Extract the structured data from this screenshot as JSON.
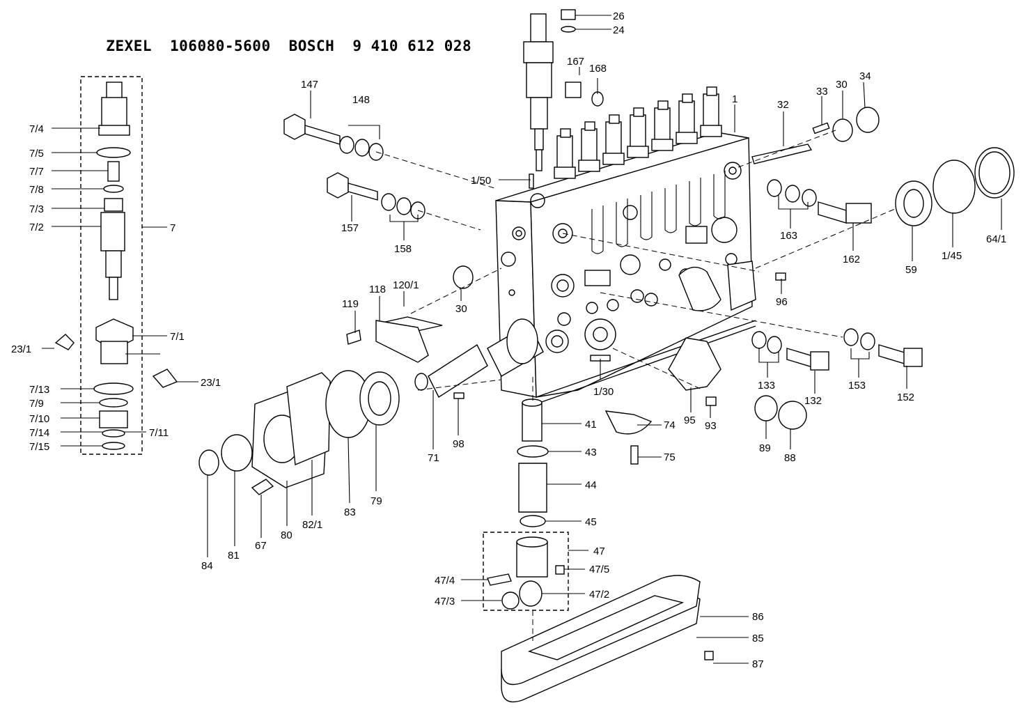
{
  "header": {
    "brand1": "ZEXEL",
    "part1": "106080-5600",
    "brand2": "BOSCH",
    "part2": "9 410 612 028"
  },
  "labels": {
    "l26": "26",
    "l24": "24",
    "l167": "167",
    "l168": "168",
    "l147": "147",
    "l148": "148",
    "l1": "1",
    "l32": "32",
    "l33": "33",
    "l30a": "30",
    "l34": "34",
    "l1_50": "1/50",
    "l157": "157",
    "l158": "158",
    "l163": "163",
    "l162": "162",
    "l59": "59",
    "l1_45": "1/45",
    "l64_1": "64/1",
    "l96": "96",
    "l118": "118",
    "l120_1": "120/1",
    "l119": "119",
    "l30b": "30",
    "l133": "133",
    "l132": "132",
    "l153": "153",
    "l152": "152",
    "l1_30": "1/30",
    "l95": "95",
    "l93": "93",
    "l89": "89",
    "l88": "88",
    "l41": "41",
    "l74": "74",
    "l75": "75",
    "l43": "43",
    "l44": "44",
    "l45": "45",
    "l47": "47",
    "l47_5": "47/5",
    "l47_4": "47/4",
    "l47_2": "47/2",
    "l47_3": "47/3",
    "l98": "98",
    "l71": "71",
    "l79": "79",
    "l83": "83",
    "l82_1": "82/1",
    "l80": "80",
    "l67": "67",
    "l81": "81",
    "l84": "84",
    "l86": "86",
    "l85": "85",
    "l87": "87",
    "l7_4": "7/4",
    "l7_5": "7/5",
    "l7_7": "7/7",
    "l7_8": "7/8",
    "l7_3": "7/3",
    "l7_2": "7/2",
    "l7": "7",
    "l7_1": "7/1",
    "l23_1a": "23/1",
    "l23_1b": "23/1",
    "l7_13": "7/13",
    "l7_9": "7/9",
    "l7_10": "7/10",
    "l7_14": "7/14",
    "l7_11": "7/11",
    "l7_15": "7/15"
  }
}
